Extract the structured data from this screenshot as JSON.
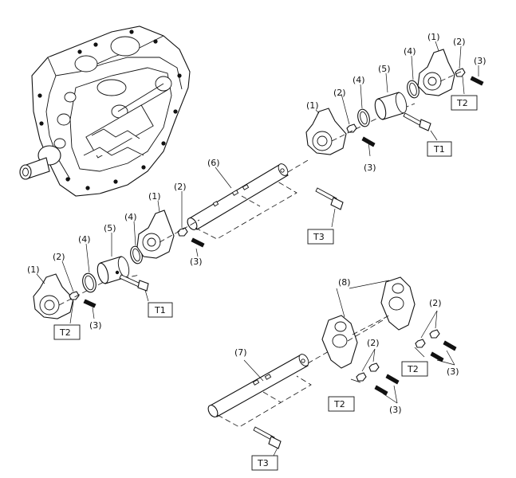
{
  "diagram": {
    "callouts": {
      "c1": "(1)",
      "c2": "(2)",
      "c3": "(3)",
      "c4": "(4)",
      "c5": "(5)",
      "c6": "(6)",
      "c7": "(7)",
      "c8": "(8)"
    },
    "torque_labels": {
      "t1": "T1",
      "t2": "T2",
      "t3": "T3"
    }
  }
}
